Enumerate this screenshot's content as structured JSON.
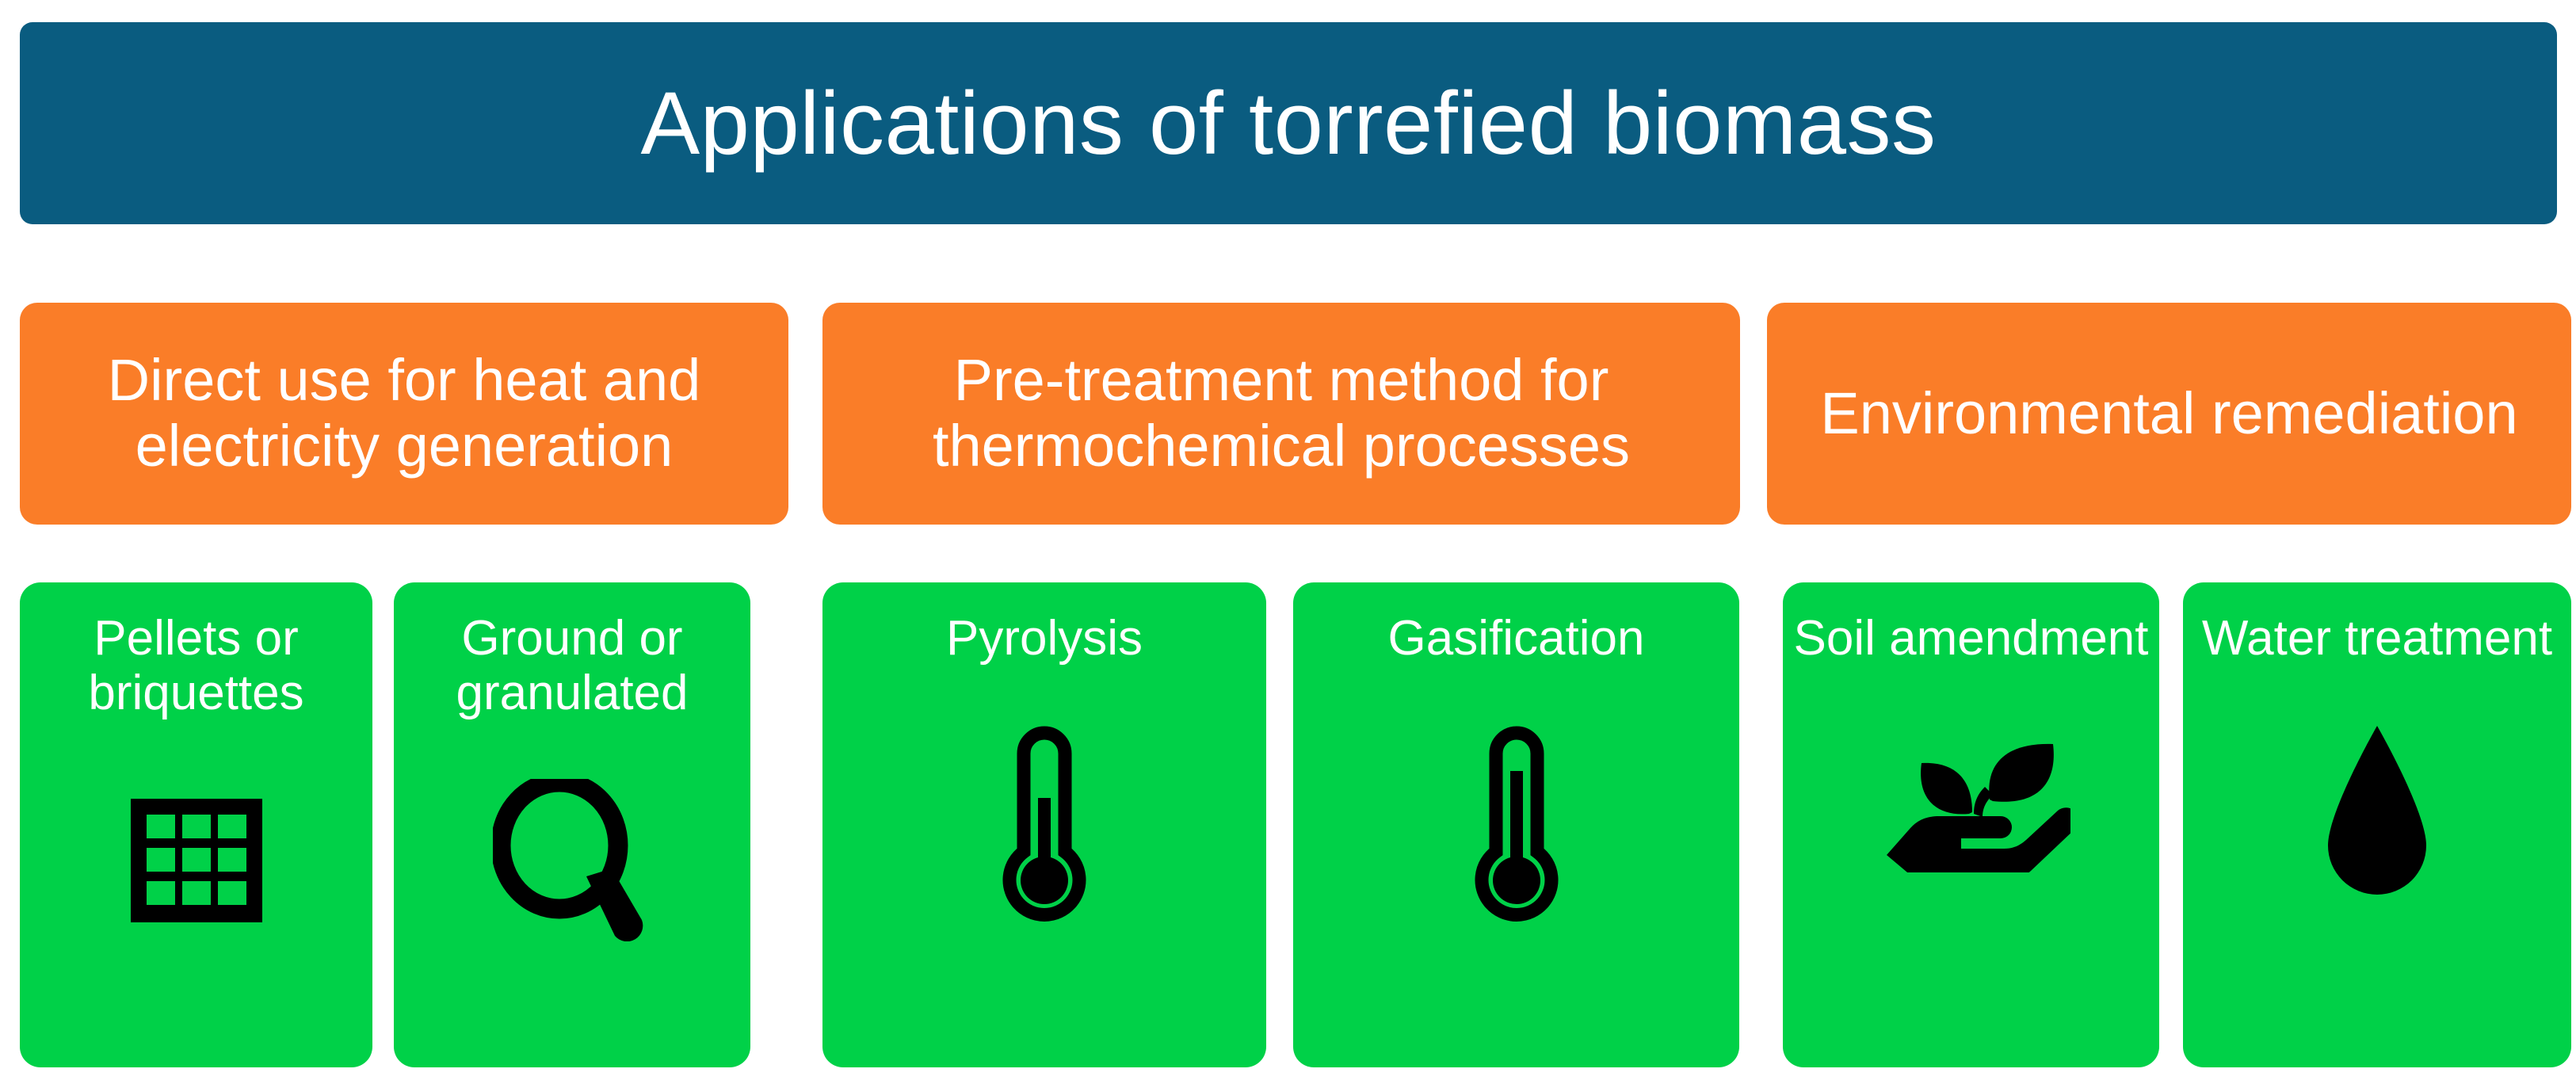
{
  "diagram": {
    "title": "Applications of torrefied biomass",
    "title_bg": "#0A5C80",
    "category_bg": "#FA7D28",
    "item_bg": "#00D148",
    "text_color": "#FFFFFF",
    "icon_color": "#000000",
    "categories": [
      {
        "label": "Direct use for heat and electricity generation"
      },
      {
        "label": "Pre-treatment method for thermochemical processes"
      },
      {
        "label": "Environmental remediation"
      }
    ],
    "items": [
      {
        "label": "Pellets or briquettes",
        "icon": "grid-icon"
      },
      {
        "label": "Ground or granulated",
        "icon": "magnifier-icon"
      },
      {
        "label": "Pyrolysis",
        "icon": "thermometer-icon"
      },
      {
        "label": "Gasification",
        "icon": "thermometer-icon"
      },
      {
        "label": "Soil amendment",
        "icon": "hand-plant-icon"
      },
      {
        "label": "Water treatment",
        "icon": "water-drop-icon"
      }
    ]
  }
}
